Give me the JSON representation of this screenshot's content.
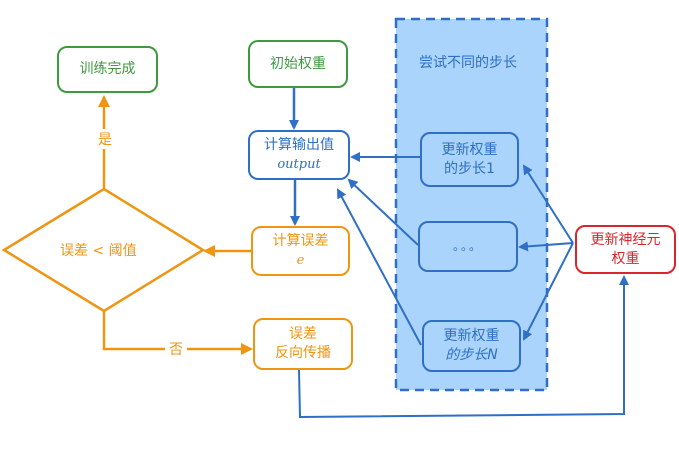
{
  "diagram": {
    "nodes": {
      "training_done": {
        "label": "训练完成"
      },
      "init_weights": {
        "label": "初始权重"
      },
      "compute_output": {
        "line1": "计算输出值",
        "line2": "output"
      },
      "compute_error": {
        "line1": "计算误差",
        "line2": "e"
      },
      "backprop": {
        "line1": "误差",
        "line2": "反向传播"
      },
      "decision": {
        "label": "误差 < 阈值"
      },
      "step_1": {
        "line1": "更新权重",
        "line2": "的步长1"
      },
      "step_ellipsis": {
        "label": "。。。"
      },
      "step_n": {
        "line1": "更新权重",
        "line2": "的步长N"
      },
      "update_neuron_weights": {
        "line1": "更新神经元",
        "line2": "权重"
      }
    },
    "group": {
      "title": "尝试不同的步长"
    },
    "edge_labels": {
      "yes": "是",
      "no": "否"
    },
    "colors": {
      "green": "#3f9a3f",
      "blue": "#2f6fc4",
      "orange": "#ee9512",
      "red": "#d9262d",
      "panel_fill": "#aad4fb"
    }
  }
}
